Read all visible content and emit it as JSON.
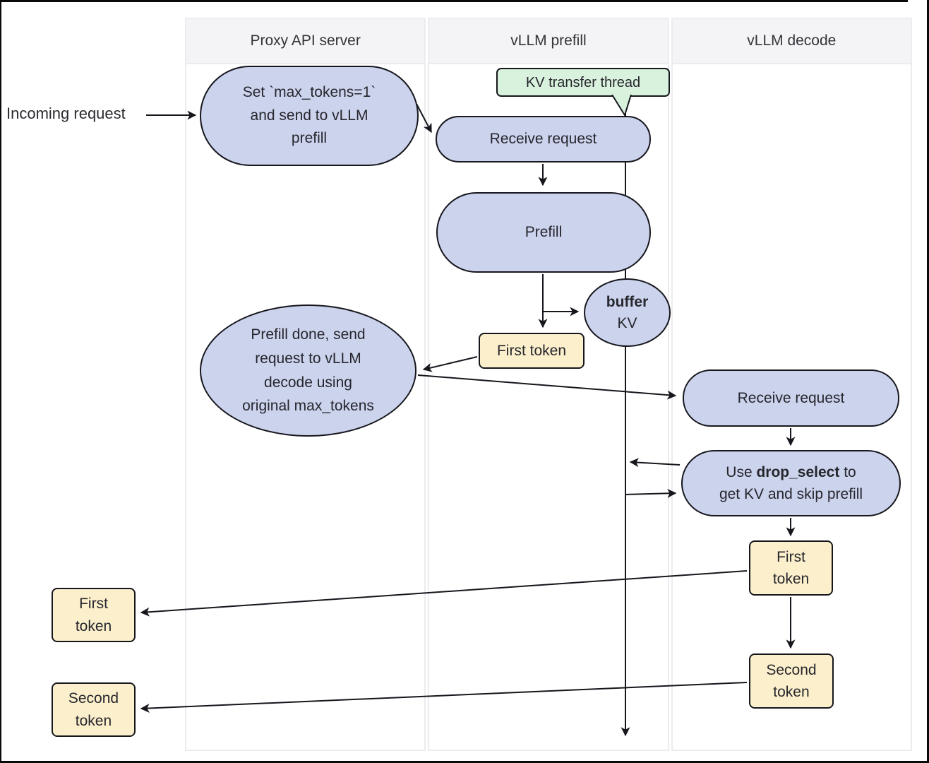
{
  "colors": {
    "node_fill": "#ccd3ed",
    "callout_fill": "#d9f2dd",
    "token_fill": "#fcf0cc",
    "stroke": "#16161d",
    "lane_header_fill": "#f4f4f6",
    "lane_border": "#ececef"
  },
  "labels": {
    "incoming": "Incoming request"
  },
  "lanes": {
    "proxy": "Proxy API server",
    "prefill": "vLLM prefill",
    "decode": "vLLM decode"
  },
  "nodes": {
    "set_max_tokens": "Set `max_tokens=1`\nand send to vLLM\nprefill",
    "kv_thread": "KV transfer thread",
    "receive_prefill": "Receive request",
    "prefill": "Prefill",
    "buffer": {
      "bold": "buffer",
      "rest": "KV"
    },
    "first_token_prefill": "First token",
    "prefill_done": "Prefill done, send\nrequest to vLLM\ndecode using\noriginal max_tokens",
    "receive_decode": "Receive request",
    "drop_select": {
      "line1_pre": "Use ",
      "line1_bold": "drop_select",
      "line1_post": " to",
      "line2": "get KV and skip prefill"
    },
    "first_token_decode": "First\ntoken",
    "second_token_decode": "Second\ntoken",
    "first_token_out": "First\ntoken",
    "second_token_out": "Second\ntoken"
  }
}
